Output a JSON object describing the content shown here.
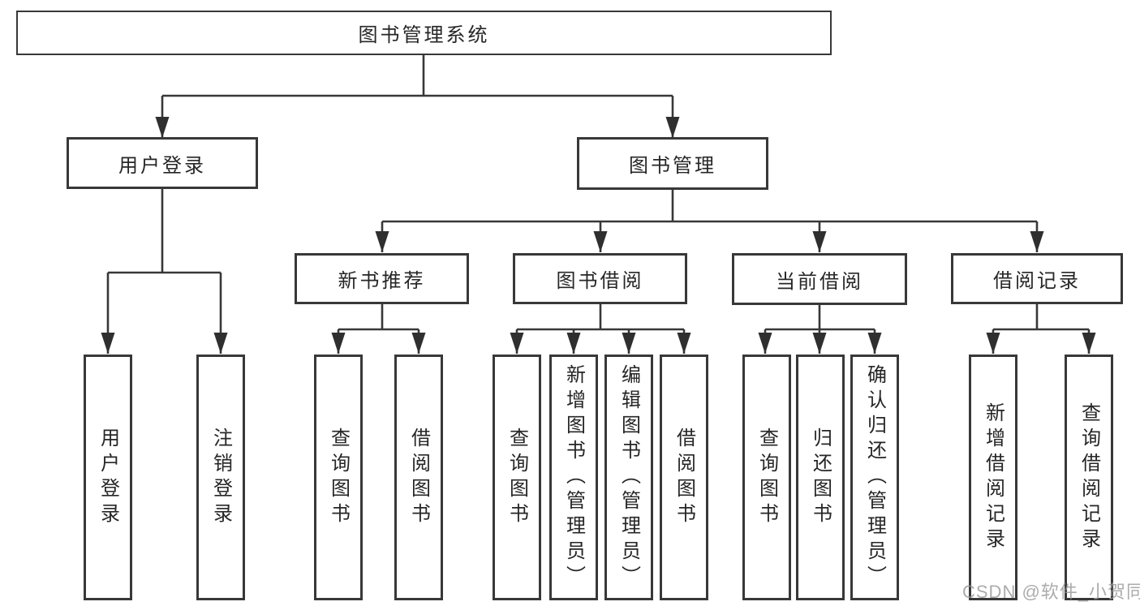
{
  "tree": {
    "root": {
      "label": "图书管理系统"
    },
    "user_login": {
      "label": "用户登录",
      "children": [
        {
          "label": "用户登录"
        },
        {
          "label": "注销登录"
        }
      ]
    },
    "book_mgmt": {
      "label": "图书管理"
    },
    "new_books": {
      "label": "新书推荐",
      "children": [
        {
          "label": "查询图书"
        },
        {
          "label": "借阅图书"
        }
      ]
    },
    "book_borrow": {
      "label": "图书借阅",
      "children": [
        {
          "label": "查询图书"
        },
        {
          "label": "新增图书（管理员）"
        },
        {
          "label": "编辑图书（管理员）"
        },
        {
          "label": "借阅图书"
        }
      ]
    },
    "current_borrow": {
      "label": "当前借阅",
      "children": [
        {
          "label": "查询图书"
        },
        {
          "label": "归还图书"
        },
        {
          "label": "确认归还（管理员）"
        }
      ]
    },
    "borrow_records": {
      "label": "借阅记录",
      "children": [
        {
          "label": "新增借阅记录"
        },
        {
          "label": "查询借阅记录"
        }
      ]
    }
  },
  "watermark": {
    "text": "CSDN @软件_小贺同学"
  },
  "colors": {
    "line": "#383838",
    "box_border": "#383838",
    "text": "#262626",
    "watermark": "#969696",
    "background": "#ffffff"
  }
}
